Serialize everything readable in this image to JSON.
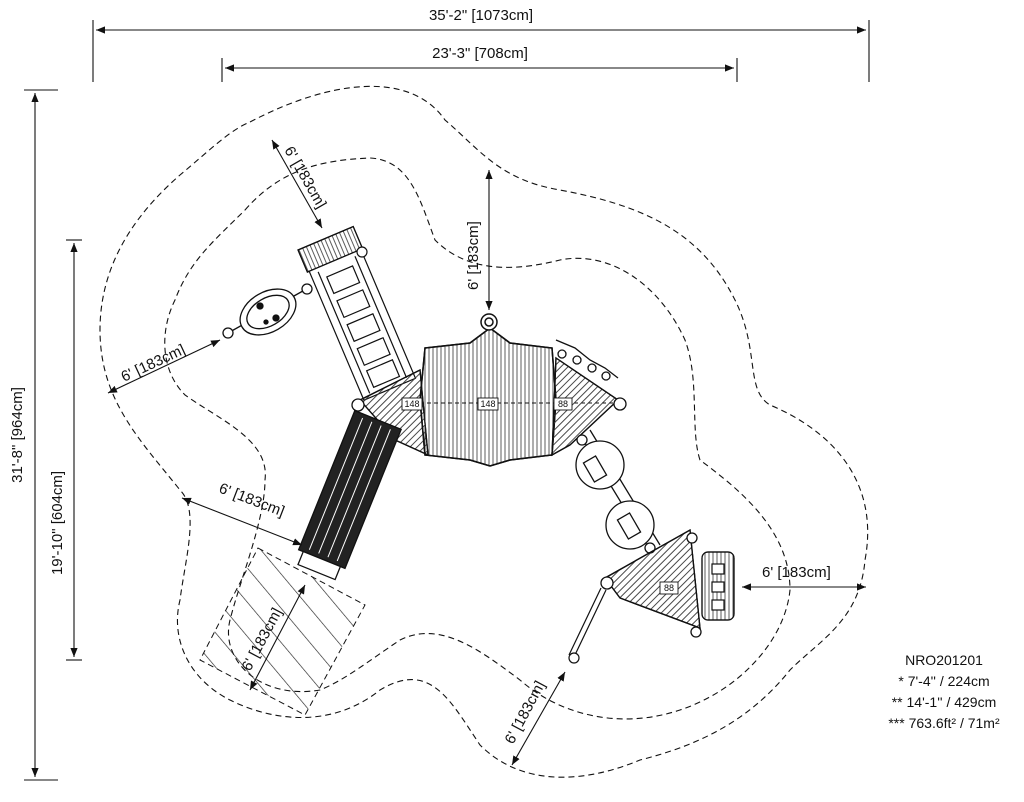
{
  "dimensions": {
    "overall_width": "35'-2\" [1073cm]",
    "inner_width": "23'-3\" [708cm]",
    "overall_height": "31'-8\" [964cm]",
    "inner_height": "19'-10\" [604cm]"
  },
  "clearances": {
    "top_left": "6' [183cm]",
    "top_center": "6' [183cm]",
    "left": "6' [183cm]",
    "slide": "6' [183cm]",
    "slide_zone": "6' [183cm]",
    "right": "6' [183cm]",
    "bottom": "6' [183cm]"
  },
  "deck_tags": {
    "left": "148",
    "center": "148",
    "right": "88",
    "lower_right": "88"
  },
  "info": {
    "model": "NRO201201",
    "line1": "* 7'-4'' / 224cm",
    "line2": "** 14'-1'' / 429cm",
    "line3": "*** 763.6ft² / 71m²"
  }
}
